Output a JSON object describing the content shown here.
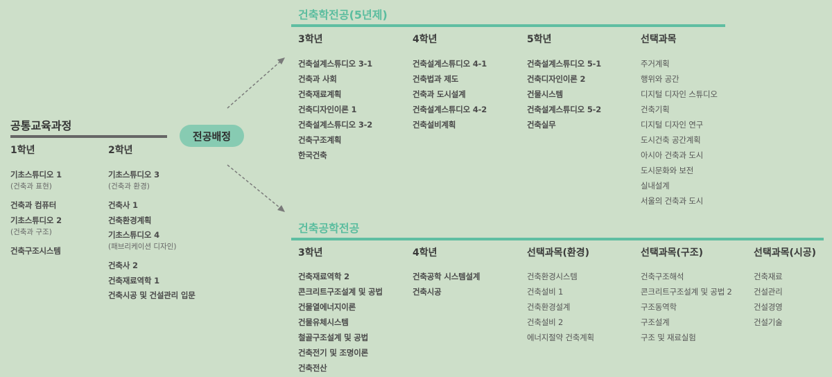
{
  "common": {
    "title": "공통교육과정",
    "columns": [
      {
        "header": "1학년",
        "items": [
          {
            "name": "기초스튜디오 1",
            "sub": "(건축과 표현)"
          },
          {
            "name": "건축과 컴퓨터"
          },
          {
            "name": "기초스튜디오 2",
            "sub": "(건축과 구조)"
          },
          {
            "name": "건축구조시스템"
          }
        ]
      },
      {
        "header": "2학년",
        "items": [
          {
            "name": "기초스튜디오 3",
            "sub": "(건축과 환경)"
          },
          {
            "name": "건축사 1"
          },
          {
            "name": "건축환경계획"
          },
          {
            "name": "기초스튜디오 4",
            "sub": "(패브리케이션 디자인)"
          },
          {
            "name": "건축사 2"
          },
          {
            "name": "건축재료역학 1"
          },
          {
            "name": "건축시공 및 건설관리 입문"
          }
        ]
      }
    ]
  },
  "assignment_label": "전공배정",
  "architecture": {
    "title": "건축학전공(5년제)",
    "columns": [
      {
        "header": "3학년",
        "items": [
          "건축설계스튜디오 3-1",
          "건축과 사회",
          "건축재료계획",
          "건축디자인이론 1",
          "건축설계스튜디오 3-2",
          "건축구조계획",
          "한국건축"
        ]
      },
      {
        "header": "4학년",
        "items": [
          "건축설계스튜디오 4-1",
          "건축법과 제도",
          "건축과 도시설계",
          "건축설계스튜디오 4-2",
          "건축설비계획"
        ]
      },
      {
        "header": "5학년",
        "items": [
          "건축설계스튜디오 5-1",
          "건축디자인이론 2",
          "건물시스템",
          "건축설계스튜디오 5-2",
          "건축실무"
        ]
      },
      {
        "header": "선택과목",
        "items": [
          "주거계획",
          "행위와 공간",
          "디지털 디자인 스튜디오",
          "건축기획",
          "디지털 디자인 연구",
          "도시건축 공간계획",
          "아시아 건축과 도시",
          "도시문화와 보전",
          "실내설계",
          "서울의 건축과 도시"
        ]
      }
    ]
  },
  "engineering": {
    "title": "건축공학전공",
    "columns": [
      {
        "header": "3학년",
        "items": [
          "건축재료역학 2",
          "콘크리트구조설계 및 공법",
          "건물열에너지이론",
          "건물유체시스템",
          "철골구조설계 및 공법",
          "건축전기 및 조명이론",
          "건축전산"
        ]
      },
      {
        "header": "4학년",
        "items": [
          "건축공학 시스템설계",
          "건축시공"
        ]
      },
      {
        "header": "선택과목(환경)",
        "items": [
          "건축환경시스템",
          "건축설비 1",
          "건축환경설계",
          "건축설비 2",
          "에너지절약 건축계획"
        ]
      },
      {
        "header": "선택과목(구조)",
        "items": [
          "건축구조해석",
          "콘크리트구조설계 및 공법 2",
          "구조동역학",
          "구조설계",
          "구조 및 재료실험"
        ]
      },
      {
        "header": "선택과목(시공)",
        "items": [
          "건축재료",
          "건설관리",
          "건설경영",
          "건설기술"
        ]
      }
    ]
  },
  "colors": {
    "background": "#cddfc9",
    "accent": "#5bbd9f",
    "pill": "#87cbb2",
    "common_bar": "#666666"
  }
}
